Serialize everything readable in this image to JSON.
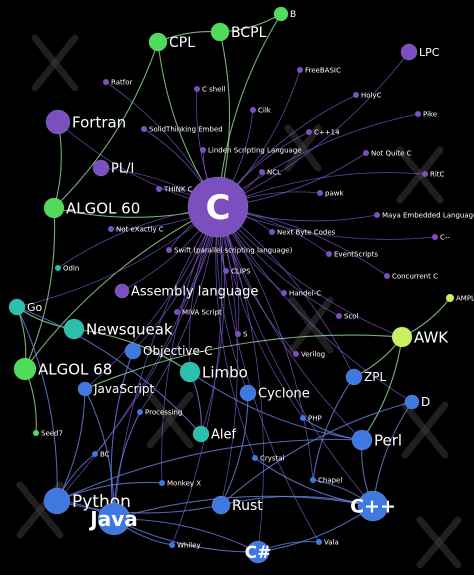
{
  "colors": {
    "background": "#000000",
    "c_family": "#7b4fc0",
    "green_family": "#4fdc5a",
    "teal_family": "#2bbfad",
    "blue_family": "#3f78e0",
    "lime": "#c8f060",
    "edge_purple": "#7e5fd0",
    "edge_green": "#9fe8a0",
    "edge_blue": "#6f86e8"
  },
  "nodes": {
    "c": "C",
    "cpl": "CPL",
    "bcpl": "BCPL",
    "b": "B",
    "lpc": "LPC",
    "fortran": "Fortran",
    "pli": "PL/I",
    "algol60": "ALGOL 60",
    "go": "Go",
    "newsqueak": "Newsqueak",
    "algol68": "ALGOL 68",
    "assembly": "Assembly language",
    "objc": "Objective-C",
    "limbo": "Limbo",
    "javascript": "JavaScript",
    "cyclone": "Cyclone",
    "awk": "AWK",
    "zpl": "ZPL",
    "d": "D",
    "alef": "Alef",
    "perl": "Perl",
    "python": "Python",
    "java": "Java",
    "rust": "Rust",
    "cpp": "C++",
    "csharp": "C#",
    "ratfor": "Ratfor",
    "cshell": "C shell",
    "freebasic": "FreeBASIC",
    "holyc": "HolyC",
    "cilk": "Cilk",
    "pike": "Pike",
    "solidthinking": "SolidThinking Embed",
    "cpp14": "C++14",
    "notquitec": "Not Quite C",
    "linden": "Linden Scripting Language",
    "ncl": "NCL",
    "ritec": "RitC",
    "thinkc": "THINK C",
    "pawk": "pawk",
    "maya": "Maya Embedded Language",
    "notexactlyc": "Not eXactly C",
    "cminus": "C--",
    "nextbyte": "Next Byte Codes",
    "swift": "Swift (parallel scripting language)",
    "eventscripts": "EventScripts",
    "odin": "Odin",
    "clips": "CLIPS",
    "concurrentc": "Concurrent C",
    "amplnode": "AMPL",
    "handelc": "Handel-C",
    "mivascript": "MIVA Script",
    "scol": "Scol",
    "sl": "S",
    "verilog": "Verilog",
    "processing": "Processing",
    "php": "PHP",
    "seed7": "Seed7",
    "bc": "BC",
    "crystal": "Crystal",
    "monkeyx": "Monkey X",
    "chapel": "Chapel",
    "whiley": "Whiley",
    "vala": "Vala"
  }
}
